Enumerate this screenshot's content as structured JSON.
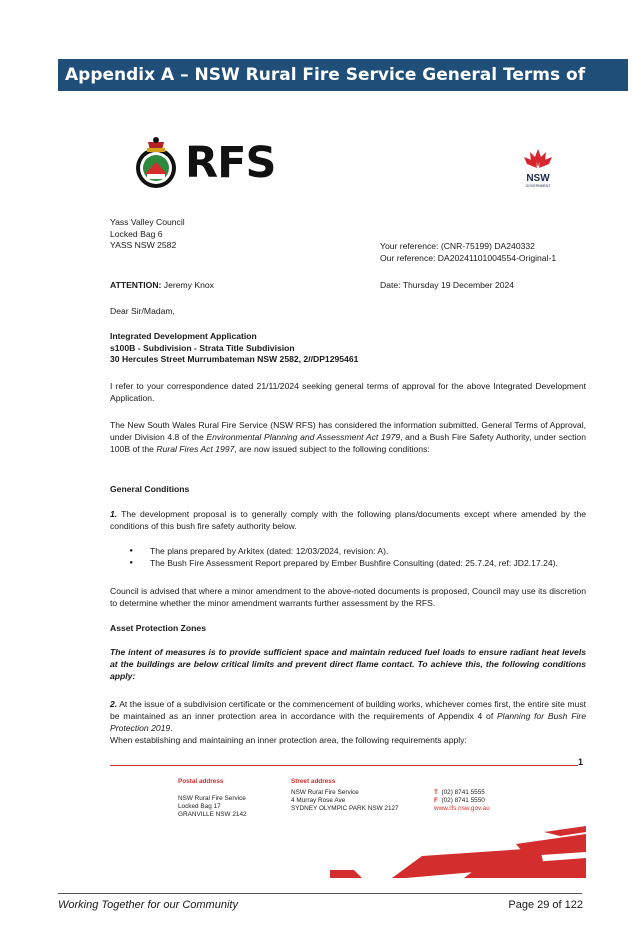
{
  "banner": {
    "title": "Appendix A – NSW Rural Fire Service General Terms of Approval"
  },
  "logos": {
    "rfs_text": "RFS",
    "nsw_text": "NSW",
    "nsw_sub": "GOVERNMENT",
    "nsw_red": "#d6262f"
  },
  "recipient": {
    "line1": "Yass Valley Council",
    "line2": "Locked Bag 6",
    "line3": "YASS NSW 2582"
  },
  "references": {
    "your": "Your reference: (CNR-75199) DA240332",
    "ours": "Our reference: DA20241101004554-Original-1"
  },
  "attention": {
    "label": "ATTENTION:",
    "name": "Jeremy Knox"
  },
  "date": "Date: Thursday 19 December 2024",
  "salutation": "Dear Sir/Madam,",
  "subject": {
    "line1": "Integrated Development Application",
    "line2": "s100B - Subdivision - Strata Title Subdivision",
    "line3": "30 Hercules Street Murrumbateman NSW 2582, 2//DP1295461"
  },
  "paragraphs": {
    "p1": "I refer to your correspondence dated 21/11/2024 seeking general terms of approval for the above Integrated Development Application.",
    "p2_a": "The New South Wales Rural Fire Service (NSW RFS) has considered the information submitted. General Terms of Approval, under Division 4.8 of the ",
    "p2_b": "Environmental Planning and Assessment Act 1979",
    "p2_c": ", and a Bush Fire Safety Authority, under section 100B of the ",
    "p2_d": "Rural Fires Act 1997",
    "p2_e": ", are now issued subject to the following conditions:"
  },
  "general_conditions": {
    "heading": "General Conditions",
    "c1_num": "1.",
    "c1_text": " The development proposal is to generally comply with the following plans/documents except where amended by the conditions of this bush fire safety authority below.",
    "bullets": [
      "The plans prepared by Arkitex (dated: 12/03/2024, revision: A).",
      "The Bush Fire Assessment Report prepared by Ember Bushfire Consulting (dated: 25.7.24, ref: JD2.17.24)."
    ],
    "council_note": "Council is advised that where a minor amendment to the above-noted documents is proposed, Council may use its discretion to determine whether the minor amendment warrants further assessment by the RFS."
  },
  "apz": {
    "heading": "Asset Protection Zones",
    "intent": "The intent of measures is to provide sufficient space and maintain reduced fuel loads to ensure radiant heat levels at the buildings are below critical limits and prevent direct flame contact. To achieve this, the following conditions apply:",
    "c2_num": "2.",
    "c2_text_a": " At the issue of a subdivision certificate or the commencement of building works, whichever comes first, the entire site must be maintained as an inner protection area in accordance with the requirements of Appendix 4 of ",
    "c2_text_b": "Planning for Bush Fire Protection 2019",
    "c2_text_c": ".",
    "c2_follow": "When establishing and maintaining an inner protection area, the following requirements apply:"
  },
  "letter_page_number": "1",
  "contacts": {
    "postal_heading": "Postal address",
    "postal": [
      "NSW Rural Fire Service",
      "Locked Bag 17",
      "GRANVILLE  NSW  2142"
    ],
    "street_heading": "Street address",
    "street": [
      "NSW Rural Fire Service",
      "4 Murray Rose Ave",
      "SYDNEY OLYMPIC PARK  NSW  2127"
    ],
    "phone_label": "T",
    "phone": "(02) 8741 5555",
    "fax_label": "F",
    "fax": "(02) 8741 5550",
    "web": "www.rfs.nsw.gov.au"
  },
  "page_footer": {
    "left": "Working Together for our Community",
    "right": "Page 29 of 122"
  },
  "colors": {
    "banner": "#1f4e79",
    "rfs_red": "#d42d2d"
  }
}
